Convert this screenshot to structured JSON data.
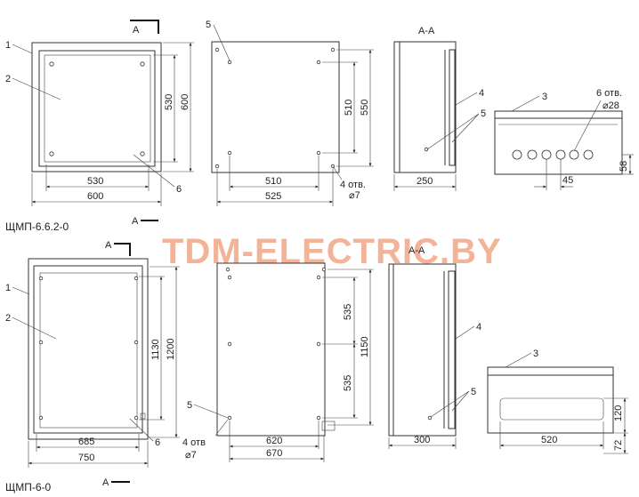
{
  "watermark": "TDM-ELECTRIC.BY",
  "models": {
    "top": "ЩМП-6.6.2-0",
    "bottom": "ЩМП-6-0"
  },
  "labels": {
    "section": "А",
    "section_view": "А-А",
    "n1": "1",
    "n2": "2",
    "n3": "3",
    "n4": "4",
    "n5": "5",
    "n6": "6"
  },
  "top_dims": {
    "front_inner_w": "530",
    "front_outer_w": "600",
    "front_inner_h": "530",
    "front_outer_h": "600",
    "back_hole_w": "510",
    "back_w": "525",
    "back_hole_h": "510",
    "back_h": "550",
    "back_holes_count": "4 отв.",
    "back_holes_dia": "⌀7",
    "side_depth": "250",
    "bottom_holes_count": "6 отв.",
    "bottom_holes_dia": "⌀28",
    "bottom_pitch": "45",
    "bottom_height": "58"
  },
  "bottom_dims": {
    "front_inner_w": "685",
    "front_outer_w": "750",
    "front_inner_h": "1130",
    "front_outer_h": "1200",
    "back_hole_w": "620",
    "back_w": "670",
    "back_hole_h1": "535",
    "back_hole_h2": "535",
    "back_h": "1150",
    "back_holes_count": "4 отв",
    "back_holes_dia": "⌀7",
    "side_depth": "300",
    "plan_w": "520",
    "plan_h1": "120",
    "plan_h2": "72"
  }
}
